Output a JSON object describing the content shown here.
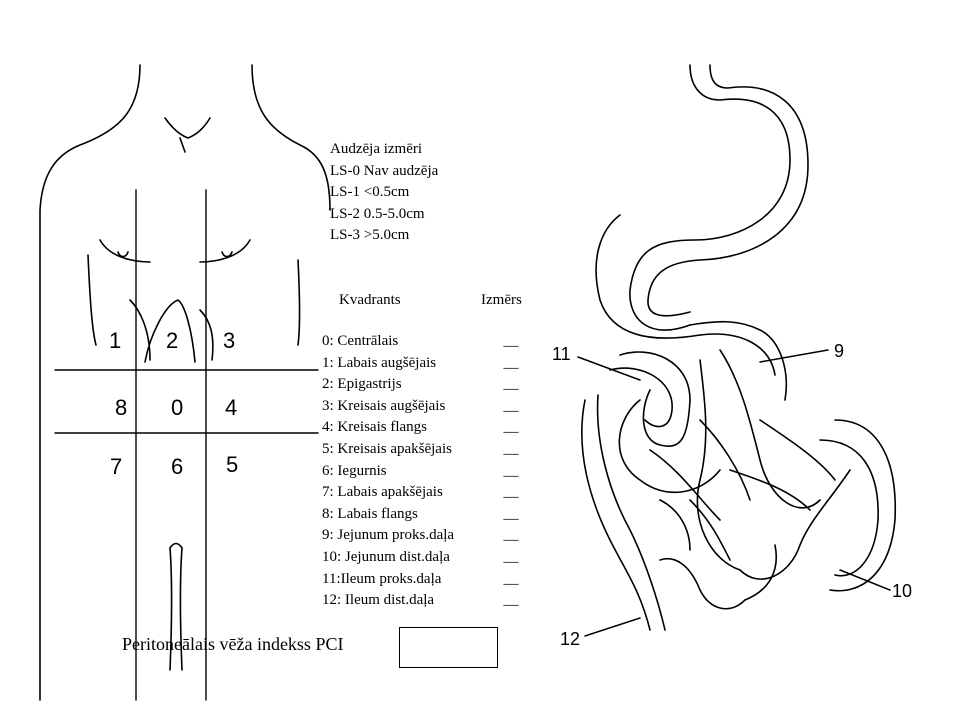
{
  "tumor_size": {
    "title": "Audzēja izmēri",
    "levels": [
      "LS-0 Nav audzēja",
      "LS-1 <0.5cm",
      "LS-2  0.5-5.0cm",
      "LS-3  >5.0cm"
    ]
  },
  "table": {
    "header_region": "Kvadrants",
    "header_size": "Izmērs",
    "rows": [
      {
        "label": "0: Centrālais",
        "value": "__"
      },
      {
        "label": "1: Labais augšējais",
        "value": "__"
      },
      {
        "label": "2: Epigastrijs",
        "value": "__"
      },
      {
        "label": "3: Kreisais augšējais",
        "value": "__"
      },
      {
        "label": "4: Kreisais flangs",
        "value": "__"
      },
      {
        "label": "5: Kreisais apakšējais",
        "value": "__"
      },
      {
        "label": "6: Iegurnis",
        "value": "__"
      },
      {
        "label": "7: Labais apakšējais",
        "value": "__"
      },
      {
        "label": "8: Labais flangs",
        "value": "__"
      },
      {
        "label": "9: Jejunum proks.daļa",
        "value": "__"
      },
      {
        "label": "10: Jejunum dist.daļa",
        "value": "__"
      },
      {
        "label": "11:Ileum proks.daļa",
        "value": "__"
      },
      {
        "label": "12: Ileum dist.daļa",
        "value": "__"
      }
    ]
  },
  "pci": {
    "label": "Peritoneālais vēža indekss PCI",
    "value": ""
  },
  "body_regions": [
    "1",
    "2",
    "3",
    "8",
    "0",
    "4",
    "7",
    "6",
    "5"
  ],
  "bowel_labels": [
    "11",
    "9",
    "10",
    "12"
  ]
}
